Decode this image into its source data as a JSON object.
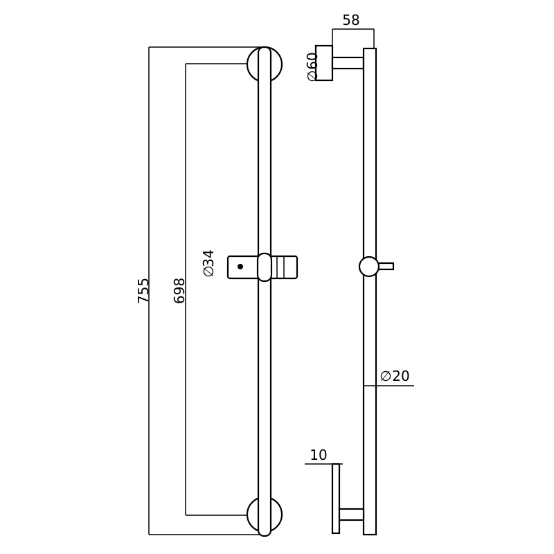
{
  "drawing": {
    "dimensions": {
      "total_length": "755",
      "mount_spacing": "698",
      "slider_diameter": "34",
      "bracket_diameter": "60",
      "projection": "58",
      "bar_diameter": "20",
      "base_thickness": "10"
    },
    "diameter_symbol": "∅"
  }
}
